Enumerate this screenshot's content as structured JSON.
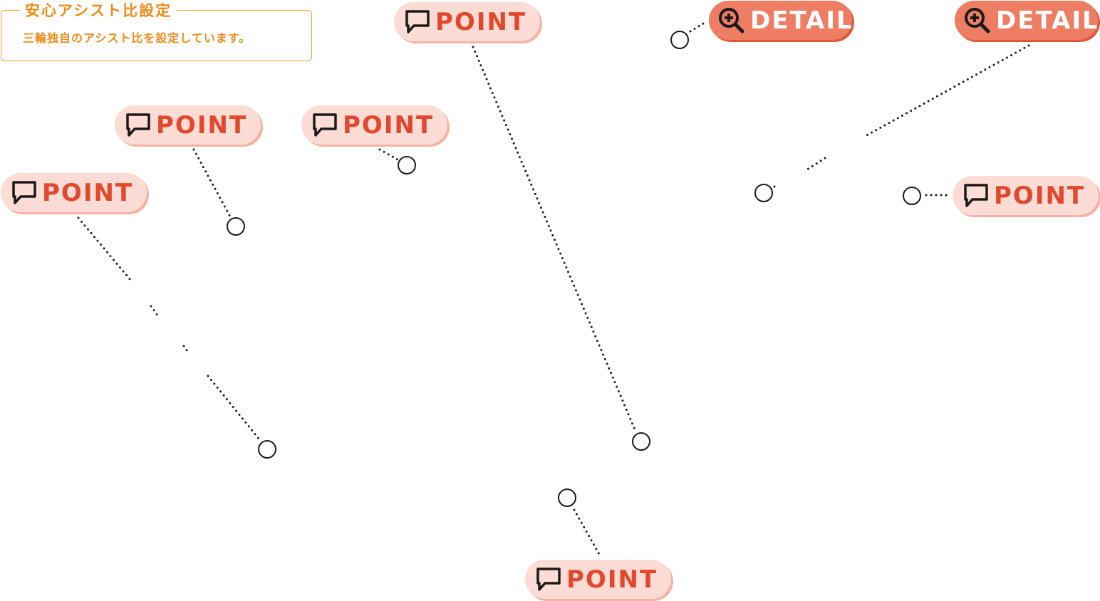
{
  "callout": {
    "title": "安心アシスト比設定",
    "body": "三輪独自のアシスト比を設定しています。"
  },
  "point_label": "POINT",
  "detail_label": "DETAIL",
  "icons": {
    "point": "speech-bubble-icon",
    "detail": "zoom-in-icon"
  },
  "colors": {
    "callout_accent": "#ec8d1a",
    "point_bg": "#fcdcd4",
    "point_text": "#e2482e",
    "detail_bg": "#ee7d63",
    "detail_text": "#ffffff"
  }
}
